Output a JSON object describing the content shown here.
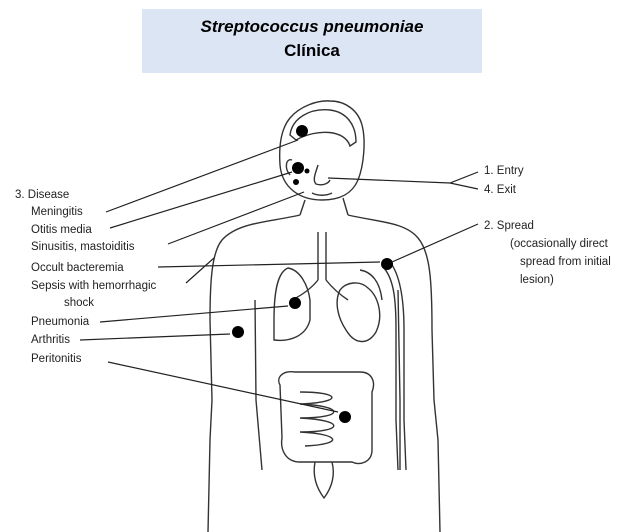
{
  "title": {
    "main": "Streptococcus pneumoniae",
    "sub": "Clínica"
  },
  "left_labels": {
    "heading": "3. Disease",
    "items": [
      "Meningitis",
      "Otitis media",
      "Sinusitis, mastoiditis",
      "Occult bacteremia",
      "Sepsis with hemorrhagic",
      "shock",
      "Pneumonia",
      "Arthritis",
      "Peritonitis"
    ]
  },
  "right_labels": {
    "entry": "1. Entry",
    "exit": "4. Exit",
    "spread": "2. Spread",
    "spread_note_1": "(occasionally direct",
    "spread_note_2": "spread from initial",
    "spread_note_3": "lesion)"
  }
}
